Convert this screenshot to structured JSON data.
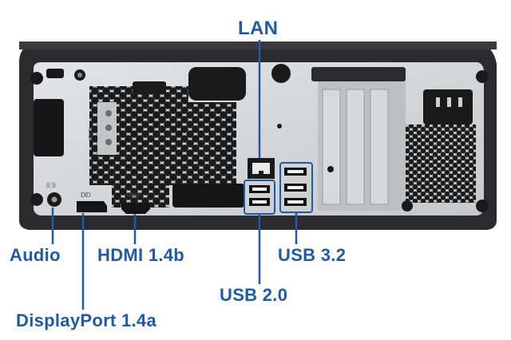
{
  "callouts": {
    "lan": "LAN",
    "audio": "Audio",
    "hdmi": "HDMI 1.4b",
    "usb32": "USB 3.2",
    "usb20": "USB 2.0",
    "displayport": "DisplayPort 1.4a"
  },
  "port_markings": {
    "displayport": "ᗞᗟ",
    "hdmi": "HDMI",
    "serial": "IOIOI",
    "audio": "((·))"
  },
  "colors": {
    "callout": "#1f5aa8",
    "chassis": "#2b2b2d",
    "panel": "#d9dadc",
    "vent": "#1b1b1b"
  },
  "icons": [
    "power-inlet-icon",
    "padlock-loop-icon",
    "headphone-jack-icon"
  ]
}
